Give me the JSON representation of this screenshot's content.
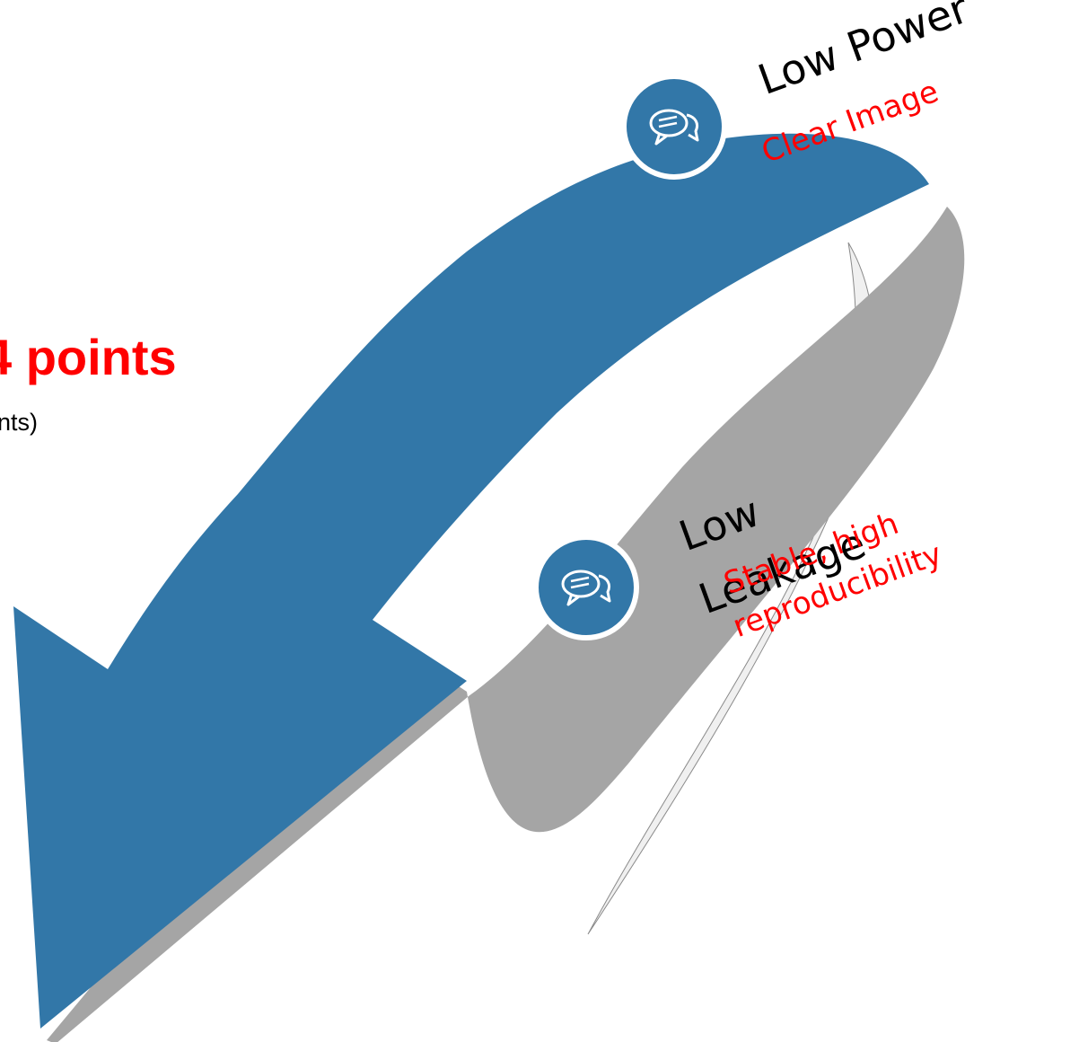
{
  "heading": "4 points",
  "subheading": "nts)",
  "items": [
    {
      "title": "Low Power",
      "subtitle": "Clear Image",
      "icon": "speech-bubbles-icon"
    },
    {
      "title_line1": "Low",
      "title_line2": "Leakage",
      "subtitle_line1": "Stable, high",
      "subtitle_line2": "reproducibility",
      "icon": "speech-bubbles-icon"
    }
  ],
  "colors": {
    "arrow": "#3277a8",
    "shadow": "#a5a5a5",
    "ribbon_back": "#f0f0f0",
    "highlight": "#ff0000",
    "text": "#000000"
  }
}
